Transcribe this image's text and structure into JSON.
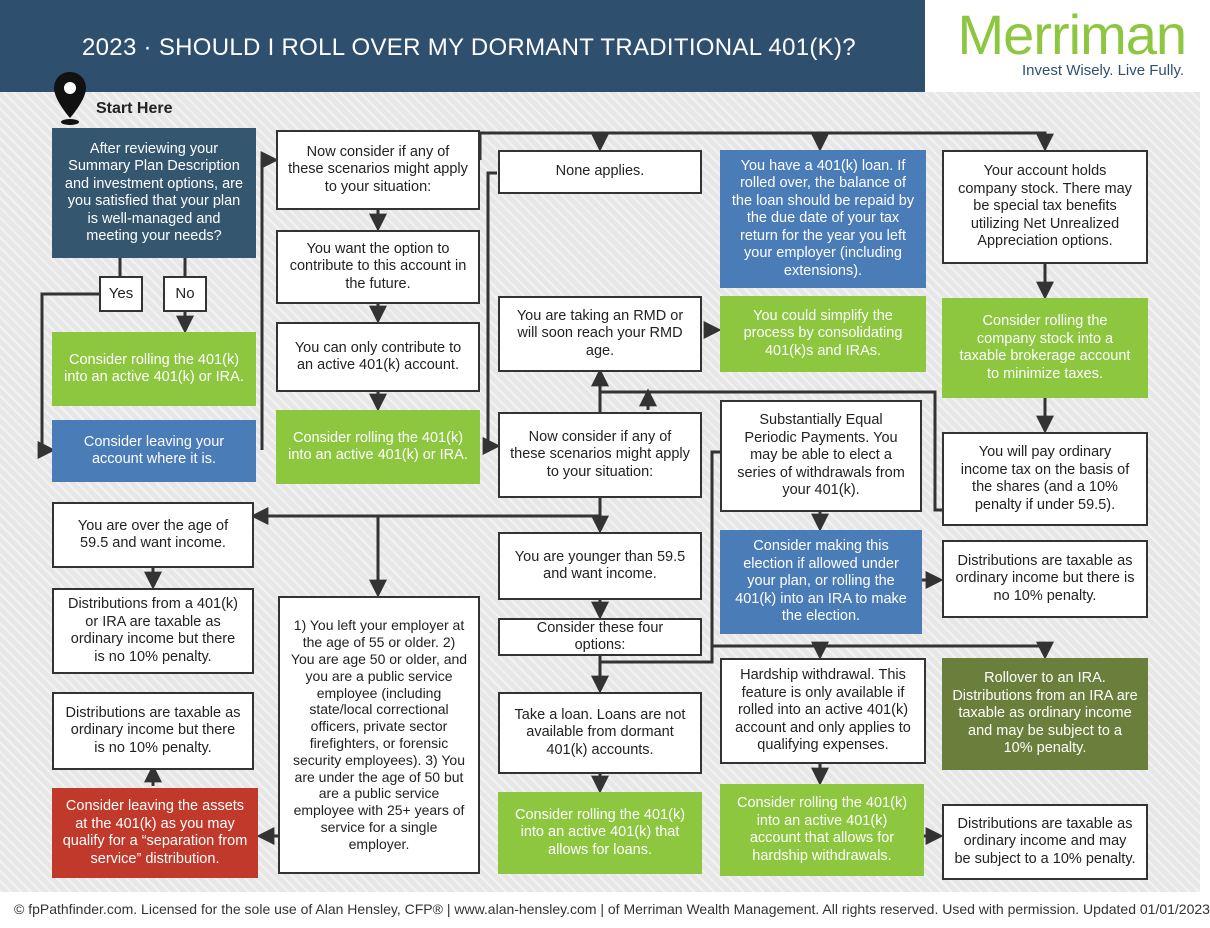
{
  "header": {
    "title": "2023 · SHOULD I ROLL OVER MY DORMANT TRADITIONAL 401(K)?",
    "logo_name": "Merriman",
    "logo_tagline": "Invest Wisely. Live Fully."
  },
  "start": {
    "label": "Start Here",
    "icon": "location-pin-icon"
  },
  "nodes": {
    "q1": "After reviewing your Summary Plan Description and investment options, are you satisfied that your plan is well-managed and meeting your needs?",
    "yes": "Yes",
    "no": "No",
    "roll_active_or_ira": "Consider rolling the 401(k) into an active 401(k) or IRA.",
    "leave_account": "Consider leaving your account where it is.",
    "scen1": "Now consider if any of these scenarios might apply to your situation:",
    "contribute_future": "You want the option to contribute to this account in the future.",
    "only_active": "You can only contribute to an active 401(k) account.",
    "roll_active_or_ira_2": "Consider rolling the 401(k) into an active 401(k) or IRA.",
    "none_applies": "None applies.",
    "loan": "You have a 401(k) loan. If rolled over, the balance of the loan should be repaid by the due date of your tax return for the year you left your employer (including extensions).",
    "company_stock": "Your account holds company stock. There may be special tax benefits utilizing Net Unrealized Appreciation options.",
    "rmd": "You are taking an RMD or will soon reach your RMD age.",
    "simplify": "You could simplify the process by consolidating 401(k)s and IRAs.",
    "roll_company_stock": "Consider rolling the company stock into a taxable brokerage account to minimize taxes.",
    "scen2": "Now consider if any of these scenarios might apply to your situation:",
    "sepp": "Substantially Equal Periodic Payments. You may be able to elect a series of withdrawals from your 401(k).",
    "ordinary_shares": "You will pay ordinary income tax on the basis of the shares (and a 10% penalty if under 59.5).",
    "over_595": "You are over the age of 59.5 and want income.",
    "younger_595": "You are younger than 59.5 and want income.",
    "consider_election": "Consider making this election if allowed under your plan, or rolling the 401(k) into an IRA to make the election.",
    "dist_ordinary_right": "Distributions are taxable as ordinary income but there is no 10% penalty.",
    "dist_401k_ira": "Distributions from a 401(k) or IRA are taxable as ordinary income but there is no 10% penalty.",
    "four_options": "Consider these four options:",
    "scenarios_list": "1) You left your employer at the age of 55 or older. 2) You are age 50 or older, and you are a public service employee (including state/local correctional officers, private sector firefighters, or forensic security employees). 3) You are under the age of 50 but are a public service employee with 25+ years of service for a single employer.",
    "hardship": "Hardship withdrawal. This feature is only available if rolled into an active 401(k) account and only applies to qualifying expenses.",
    "rollover_ira": "Rollover to an IRA. Distributions from an IRA are taxable as ordinary income and may be subject to a 10% penalty.",
    "dist_no_penalty_left": "Distributions are taxable as ordinary income but there is no 10% penalty.",
    "take_loan": "Take a loan. Loans are not available from dormant 401(k) accounts.",
    "leave_separation": "Consider leaving the assets at the 401(k) as you may qualify for a “separation from service” distribution.",
    "roll_loans": "Consider rolling the 401(k) into an active 401(k) that allows for loans.",
    "roll_hardship": "Consider rolling the 401(k) into an active 401(k) account that allows for hardship withdrawals.",
    "dist_may_penalty": "Distributions are taxable as ordinary income and may be subject to a 10% penalty."
  },
  "footer": {
    "text": "© fpPathfinder.com. Licensed for the sole use of Alan Hensley, CFP® | www.alan-hensley.com | of Merriman Wealth Management. All rights reserved. Used with permission. Updated 01/01/2023"
  },
  "colors": {
    "header": "#2f4f6f",
    "brand_green": "#8dc63f",
    "blue": "#4a7cb8",
    "navy": "#34566f",
    "olive": "#6b7f3c",
    "red": "#c0392b"
  }
}
